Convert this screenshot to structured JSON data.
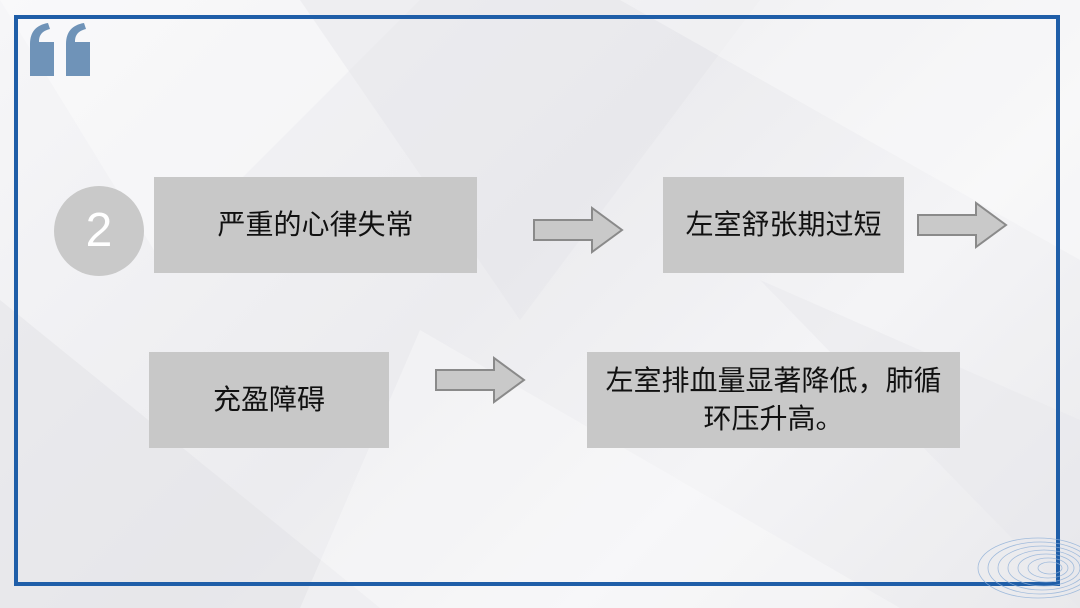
{
  "slide": {
    "step_number": "2",
    "boxes": [
      "严重的心律失常",
      "左室舒张期过短",
      "充盈障碍",
      "左室排血量显著降低，肺循环压升高。"
    ]
  },
  "colors": {
    "frame": "#1f5ea8",
    "quote": "#6f93b8",
    "box": "#c8c8c8",
    "circle": "#c9c9c9",
    "arrow_fill": "#c9c9c9",
    "arrow_stroke": "#8a8a8a"
  },
  "icons": {
    "quote": "quote-mark-icon",
    "arrow": "right-arrow-icon"
  }
}
